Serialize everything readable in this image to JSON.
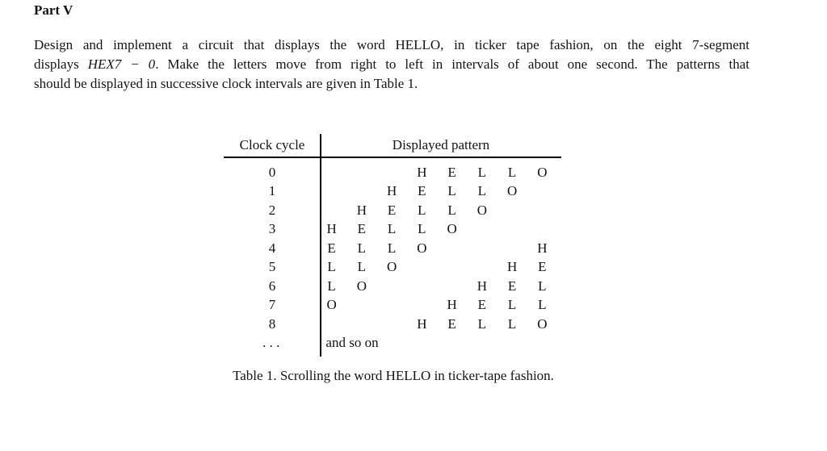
{
  "document": {
    "part_title": "Part V",
    "paragraph": {
      "line1": "Design and implement a circuit that displays the word HELLO, in ticker tape fashion, on the eight 7-segment",
      "line2_pre": "displays ",
      "line2_math": "HEX7 − 0",
      "line2_post": ". Make the letters move from right to left in intervals of about one second. The patterns that",
      "line3": "should be displayed in successive clock intervals are given in Table 1."
    }
  },
  "table": {
    "headers": {
      "clock_cycle": "Clock cycle",
      "displayed_pattern": "Displayed pattern"
    },
    "rows": [
      {
        "cycle": "0",
        "cells": [
          "",
          "",
          "",
          "H",
          "E",
          "L",
          "L",
          "O"
        ]
      },
      {
        "cycle": "1",
        "cells": [
          "",
          "",
          "H",
          "E",
          "L",
          "L",
          "O",
          ""
        ]
      },
      {
        "cycle": "2",
        "cells": [
          "",
          "H",
          "E",
          "L",
          "L",
          "O",
          "",
          ""
        ]
      },
      {
        "cycle": "3",
        "cells": [
          "H",
          "E",
          "L",
          "L",
          "O",
          "",
          "",
          ""
        ]
      },
      {
        "cycle": "4",
        "cells": [
          "E",
          "L",
          "L",
          "O",
          "",
          "",
          "",
          "H"
        ]
      },
      {
        "cycle": "5",
        "cells": [
          "L",
          "L",
          "O",
          "",
          "",
          "",
          "H",
          "E"
        ]
      },
      {
        "cycle": "6",
        "cells": [
          "L",
          "O",
          "",
          "",
          "",
          "H",
          "E",
          "L"
        ]
      },
      {
        "cycle": "7",
        "cells": [
          "O",
          "",
          "",
          "",
          "H",
          "E",
          "L",
          "L"
        ]
      },
      {
        "cycle": "8",
        "cells": [
          "",
          "",
          "",
          "H",
          "E",
          "L",
          "L",
          "O"
        ]
      },
      {
        "cycle": ". . .",
        "note": "and so on"
      }
    ],
    "caption": "Table 1. Scrolling the word HELLO in ticker-tape fashion."
  },
  "colors": {
    "background": "#ffffff",
    "text": "#141414",
    "rule": "#000000"
  }
}
